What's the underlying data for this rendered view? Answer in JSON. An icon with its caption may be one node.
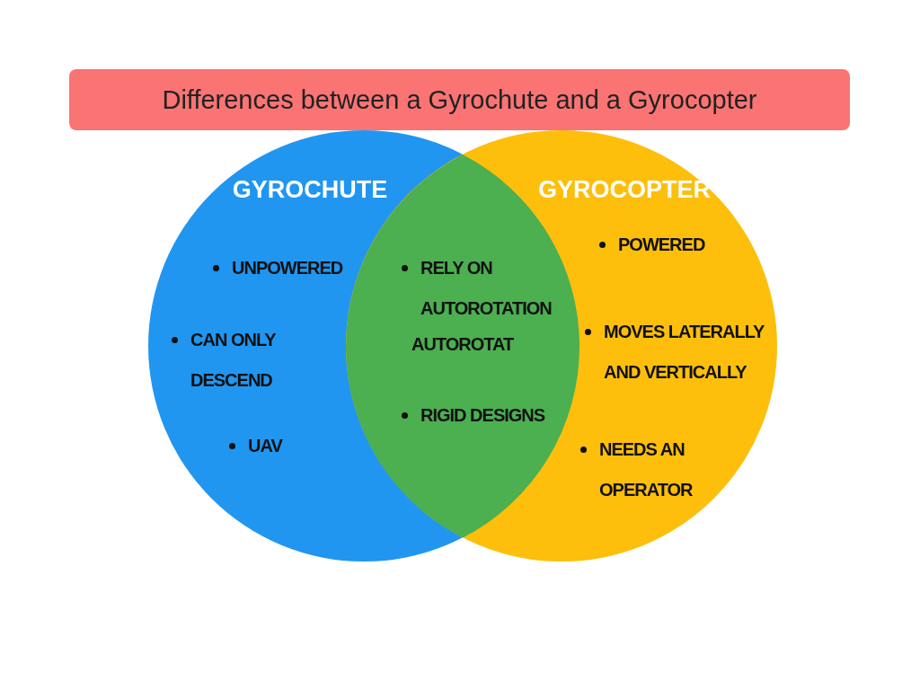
{
  "diagram": {
    "title": "Differences between a Gyrochute and a Gyrocopter",
    "nodes": [
      {
        "text": [
          "GYROCHUTE",
          "UNPOWERED",
          "CAN ONLY DESCEND",
          "UAV"
        ]
      },
      {
        "text": [
          "GYROCOPTER",
          "POWERED",
          "MOVES LATERALLY AND VERTICALLY",
          "NEEDS AN OPERATOR"
        ]
      },
      {
        "text": [
          "RELY ON AUTOROTATION",
          "AUTOROTAT",
          "RIGID DESIGNS"
        ]
      }
    ],
    "edges": []
  }
}
